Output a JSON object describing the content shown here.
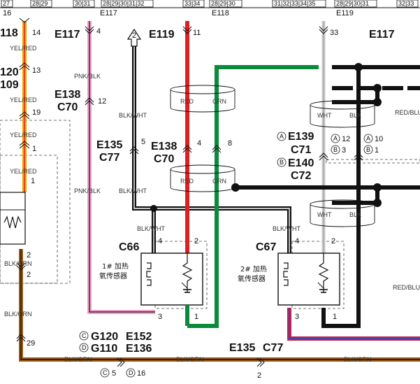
{
  "header": {
    "pins_1": "27",
    "pins_2": "28|29",
    "pins_3": "30|31",
    "pins_4": "28|29|30|31|32",
    "pins_5": "33|34",
    "pins_6": "28|29|30",
    "pins_7": "31|32|33|34|35",
    "pins_8": "28|29|30|31",
    "pins_9": "32|33",
    "conn_e117": "E117",
    "conn_e118": "E118",
    "conn_e119": "E119",
    "pin_16": "16"
  },
  "left": {
    "label_118": "118",
    "pin_14": "14",
    "wire_yelred_1": "YEL/RED",
    "label_120": "120",
    "label_109": "109",
    "pin_13": "13",
    "wire_yelred_2": "YEL/RED",
    "pin_19": "19",
    "wire_yelred_3": "YEL/RED",
    "pin_1a": "1",
    "wire_yelred_4": "YEL/RED",
    "pin_1b": "1",
    "pin_2a": "2",
    "wire_blkorn_1": "BLK/ORN",
    "pin_2b": "2",
    "wire_blkorn_2": "BLK/ORN",
    "pin_29": "29"
  },
  "center": {
    "e117": "E117",
    "pin_4": "4",
    "pin_2_arrow": "2",
    "e119": "E119",
    "pin_11": "11",
    "wire_pnkblk_1": "PNK/BLK",
    "e138": "E138",
    "c70": "C70",
    "pin_12": "12",
    "red_1": "RED",
    "grn_1": "GRN",
    "wire_blkwht_1": "BLK/WHT",
    "e135": "E135",
    "c77": "C77",
    "pin_5": "5",
    "e138_b": "E138",
    "c70_b": "C70",
    "pin_4b": "4",
    "pin_8": "8",
    "red_2": "RED",
    "grn_2": "GRN",
    "wire_pnkblk_2": "PNK/BLK",
    "wire_blkwht_2": "BLK/WHT",
    "wire_blkwht_3": "BLK/WHT",
    "c66": "C66",
    "c66_pin4": "4",
    "c66_pin2": "2",
    "c66_name_1": "1# 加热",
    "c66_name_2": "氧传感器",
    "c66_pin3": "3",
    "c66_pin1": "1"
  },
  "right": {
    "pin_33": "33",
    "e117": "E117",
    "wht_1": "WHT",
    "blk_1": "BLK",
    "wire_redblu_1": "RED/BLU",
    "e139": "E139",
    "c71": "C71",
    "e140": "E140",
    "c72": "C72",
    "circ_a1": "A",
    "circ_b1": "B",
    "circ_a2": "A",
    "pin_a12": "12",
    "circ_b2": "B",
    "pin_b3": "3",
    "circ_a3": "A",
    "pin_a10": "10",
    "circ_b3": "B",
    "pin_b1": "1",
    "wht_2": "WHT",
    "blk_2": "BLK",
    "wire_blkwht_4": "BLK/WHT",
    "c67": "C67",
    "c67_pin4": "4",
    "c67_pin2": "2",
    "c67_name_1": "2# 加热",
    "c67_name_2": "氧传感器",
    "c67_pin3": "3",
    "c67_pin1": "1",
    "wire_redblu_2": "RED/BLU"
  },
  "bottom": {
    "circ_c": "C",
    "g120": "G120",
    "e152": "E152",
    "circ_d": "D",
    "g110": "G110",
    "e136": "E136",
    "e135": "E135",
    "c77": "C77",
    "wire_blkorn_a": "BLK/ORN",
    "wire_blkorn_b": "BLK/ORN",
    "wire_blkorn_c": "BLK/ORN",
    "circ_c2": "C",
    "pin_c5": "5",
    "circ_d2": "D",
    "pin_d16": "16",
    "pin_2": "2"
  },
  "colors": {
    "yel_red": "#f2a900",
    "red": "#e02020",
    "grn": "#0a8a3a",
    "pnk": "#f0a0c8",
    "blk": "#111111",
    "wht": "#cccccc",
    "red_blu": "#c02050",
    "blk_orn": "#a05a10"
  }
}
